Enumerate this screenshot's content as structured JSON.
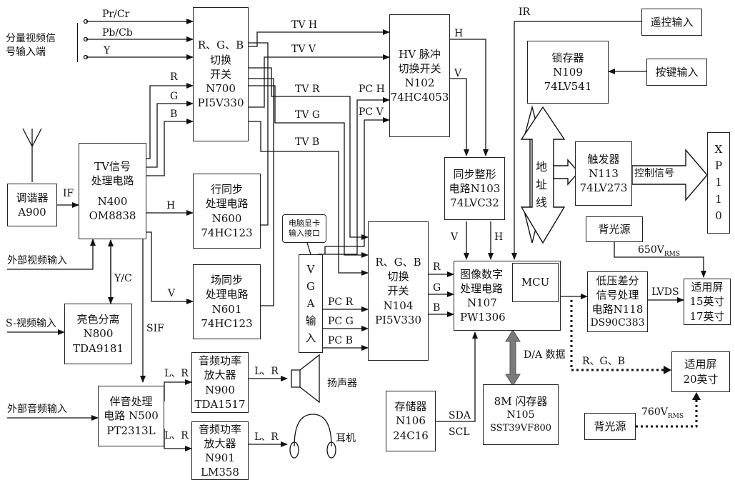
{
  "inputs": {
    "component_title": [
      "分量视频信",
      "号输入端"
    ],
    "pr": "Pr/Cr",
    "pb": "Pb/Cb",
    "y": "Y",
    "ext_video": "外部视频输入",
    "s_video": "S-视频输入",
    "ext_audio": "外部音频输入"
  },
  "blocks": {
    "tuner": [
      "调谐器",
      "A900"
    ],
    "tv_proc": [
      "TV信号",
      "处理电路",
      "N400",
      "OM8838"
    ],
    "sw700": [
      "R、G、B",
      "切换",
      "开关",
      "N700",
      "PI5V330"
    ],
    "hsync": [
      "行同步",
      "处理电路",
      "N600",
      "74HC123"
    ],
    "vsync": [
      "场同步",
      "处理电路",
      "N601",
      "74HC123"
    ],
    "yc_sep": [
      "亮色分离",
      "N800",
      "TDA9181"
    ],
    "audio_proc": [
      "伴音处理",
      "电路 N500",
      "PT2313L"
    ],
    "amp900": [
      "音频功率",
      "放大器",
      "N900",
      "TDA1517"
    ],
    "amp901": [
      "音频功率",
      "放大器",
      "N901",
      "LM358"
    ],
    "hv_switch": [
      "HV 脉冲",
      "切换开关",
      "N102",
      "74HC4053"
    ],
    "sync_shape": [
      "同步整形",
      "电路N103",
      "74LVC32"
    ],
    "sw104": [
      "R、G、B",
      "切换",
      "开关",
      "N104",
      "PI5V330"
    ],
    "vga": [
      "V",
      "G",
      "A",
      "输",
      "入"
    ],
    "image_proc": [
      "图像数字",
      "处理电路",
      "N107",
      "PW1306"
    ],
    "mcu": "MCU",
    "latch": [
      "锁存器",
      "N109",
      "74LV541"
    ],
    "remote": "遥控输入",
    "keys": "按键输入",
    "trigger": [
      "触发器",
      "N113",
      "74LV273"
    ],
    "xp": [
      "X",
      "P",
      "1",
      "1",
      "0"
    ],
    "backlight1": "背光源",
    "lvds_proc": [
      "低压差分",
      "信号处理",
      "电路N118",
      "DS90C383"
    ],
    "screen1": [
      "适用屏",
      "15英寸",
      "17英寸"
    ],
    "screen2": [
      "适用屏",
      "20英寸"
    ],
    "backlight2": "背光源",
    "storage": [
      "存储器",
      "N106",
      "24C16"
    ],
    "flash": [
      "8M 闪存器",
      "N105",
      "SST39VF800"
    ]
  },
  "labels": {
    "if": "IF",
    "r": "R",
    "g": "G",
    "b": "B",
    "h": "H",
    "v": "V",
    "yc": "Y/C",
    "sif": "SIF",
    "lr": "L、R",
    "tv_h": "TV H",
    "tv_v": "TV V",
    "tv_r": "TV R",
    "tv_g": "TV G",
    "tv_b": "TV B",
    "pc_h": "PC H",
    "pc_v": "PC V",
    "pc_r": "PC R",
    "pc_g": "PC G",
    "pc_b": "PC B",
    "ir": "IR",
    "addr": [
      "地",
      "址",
      "线"
    ],
    "control": "控制信号",
    "v650": "650V",
    "v760": "760V",
    "rms": "RMS",
    "lvds": "LVDS",
    "rgb": "R、G、B",
    "da": "D/A 数据",
    "sda": "SDA",
    "scl": "SCL",
    "speaker": "扬声器",
    "headphone": "耳机",
    "vga_port": [
      "电脑显卡",
      "输入接口"
    ]
  }
}
